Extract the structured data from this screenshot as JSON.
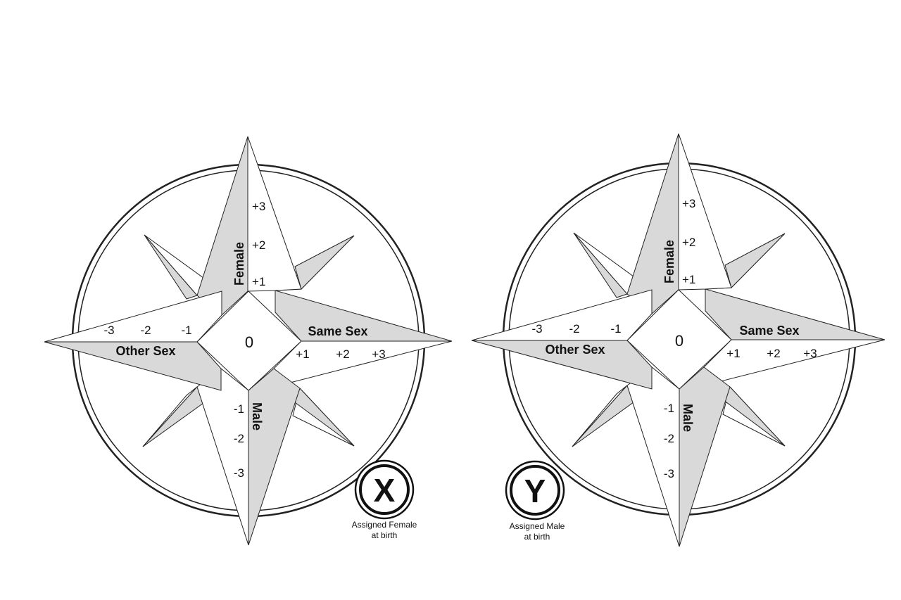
{
  "compasses": [
    {
      "id": "x",
      "labels": {
        "up": "Female",
        "down": "Male",
        "left": "Other Sex",
        "right": "Same Sex",
        "center": "0"
      },
      "ticks": {
        "up": [
          "+1",
          "+2",
          "+3"
        ],
        "down": [
          "-1",
          "-2",
          "-3"
        ],
        "left": [
          "-1",
          "-2",
          "-3"
        ],
        "right": [
          "+1",
          "+2",
          "+3"
        ]
      },
      "badge": {
        "letter": "X",
        "caption_line1": "Assigned Female",
        "caption_line2": "at birth"
      }
    },
    {
      "id": "y",
      "labels": {
        "up": "Female",
        "down": "Male",
        "left": "Other Sex",
        "right": "Same Sex",
        "center": "0"
      },
      "ticks": {
        "up": [
          "+1",
          "+2",
          "+3"
        ],
        "down": [
          "-1",
          "-2",
          "-3"
        ],
        "left": [
          "-1",
          "-2",
          "-3"
        ],
        "right": [
          "+1",
          "+2",
          "+3"
        ]
      },
      "badge": {
        "letter": "Y",
        "caption_line1": "Assigned Male",
        "caption_line2": "at birth"
      }
    }
  ]
}
